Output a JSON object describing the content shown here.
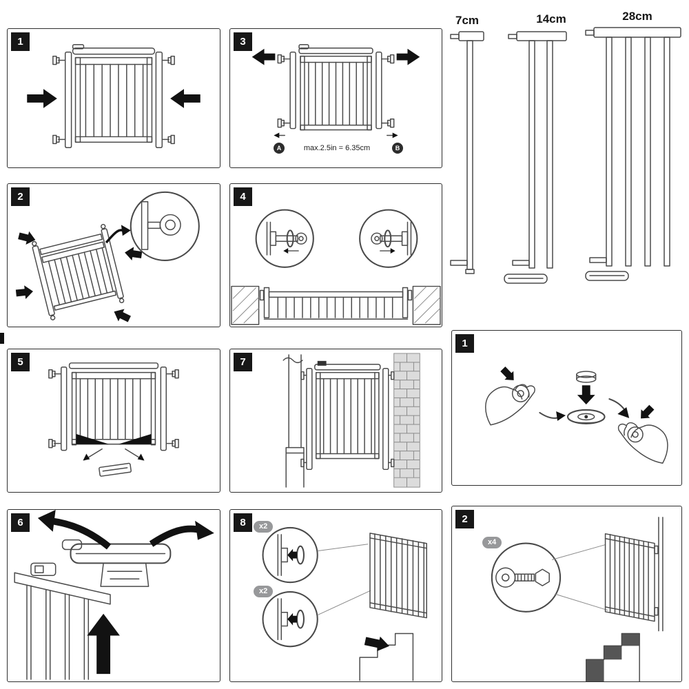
{
  "colors": {
    "panel_border": "#2e2e2e",
    "number_badge_bg": "#171717",
    "number_badge_text": "#ffffff",
    "qty_badge_bg": "#97989a",
    "line_art": "#4a4a4a",
    "arrow_fill": "#121212",
    "brick_fill": "#dcdcdc"
  },
  "steps": {
    "p1": {
      "number": "1"
    },
    "p2": {
      "number": "2"
    },
    "p3": {
      "number": "3",
      "gap_note": "max.2.5in = 6.35cm",
      "point_a": "A",
      "point_b": "B"
    },
    "p4": {
      "number": "4"
    },
    "p5": {
      "number": "5"
    },
    "p6": {
      "number": "6"
    },
    "p7": {
      "number": "7"
    },
    "p8": {
      "number": "8",
      "qty_top": "x2",
      "qty_bottom": "x2"
    },
    "r1": {
      "number": "1"
    },
    "r2": {
      "number": "2",
      "qty": "x4"
    }
  },
  "extensions": [
    {
      "label": "7cm"
    },
    {
      "label": "14cm"
    },
    {
      "label": "28cm"
    }
  ]
}
